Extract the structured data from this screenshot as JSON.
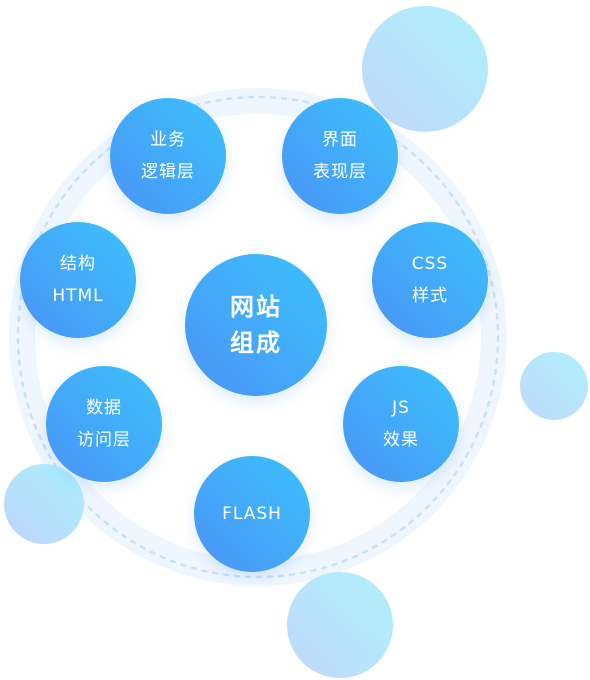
{
  "center": {
    "lines": [
      "网站",
      "组成"
    ]
  },
  "nodes": [
    {
      "lines": [
        "业务",
        "逻辑层"
      ]
    },
    {
      "lines": [
        "界面",
        "表现层"
      ]
    },
    {
      "lines": [
        "结构",
        "HTML"
      ]
    },
    {
      "lines": [
        "CSS",
        "样式"
      ]
    },
    {
      "lines": [
        "数据",
        "访问层"
      ]
    },
    {
      "lines": [
        "JS",
        "效果"
      ]
    },
    {
      "lines": [
        "FLASH"
      ]
    }
  ],
  "colors": {
    "node_start": "#3cc2fd",
    "node_end": "#4a93f5",
    "deco_light": "#aef1fb",
    "deco_soft": "#c2d8fb",
    "dashed_ring": "#c7e2fa",
    "inner_ring": "#f0f6fd"
  }
}
